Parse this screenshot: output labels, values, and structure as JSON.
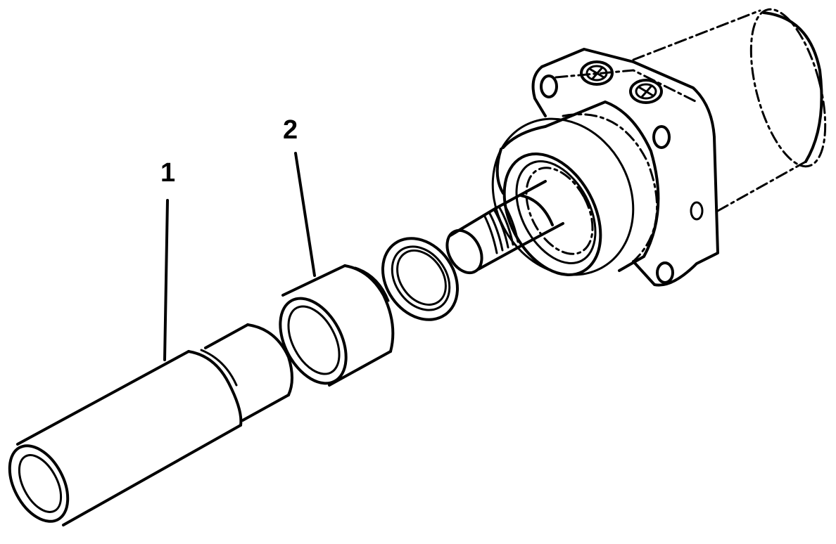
{
  "diagram": {
    "callouts": [
      {
        "id": "callout-1",
        "label": "1"
      },
      {
        "id": "callout-2",
        "label": "2"
      }
    ],
    "parts": [
      {
        "callout": "1",
        "icon": "installation-tool-sleeve-icon"
      },
      {
        "callout": "2",
        "icon": "bushing-icon"
      },
      {
        "icon": "washer-ring-icon"
      },
      {
        "icon": "hydraulic-motor-icon"
      }
    ],
    "colors": {
      "ink": "#000000",
      "background": "#ffffff"
    }
  }
}
